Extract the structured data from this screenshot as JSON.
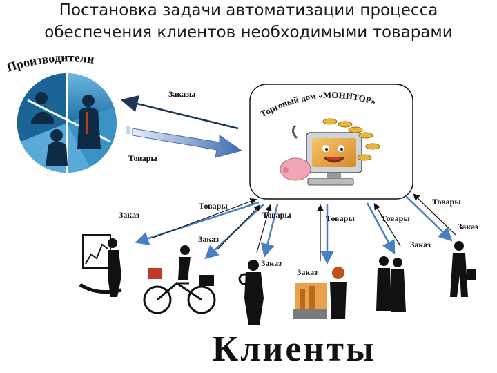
{
  "title_line1": "Постановка задачи автоматизации процесса",
  "title_line2": "обеспечения клиентов необходимыми товарами",
  "producers_label": "Производители",
  "company_label": "Торговый дом «МОНИТОР»",
  "clients_label": "Клиенты",
  "top_arrows": {
    "orders": "Заказы",
    "goods": "Товары"
  },
  "client_flows": [
    {
      "order": "Заказ",
      "goods": "Товары"
    },
    {
      "order": "Заказ",
      "goods": ""
    },
    {
      "order": "Заказ",
      "goods": "Товары"
    },
    {
      "order": "Заказ",
      "goods": "Товары"
    },
    {
      "order": "Заказ",
      "goods": "Товары"
    },
    {
      "order": "Заказ",
      "goods": "Товары"
    }
  ],
  "colors": {
    "arrow_blue": "#4a7fc1",
    "arrow_dark": "#1f3556",
    "producer_blue": "#2a7fb5"
  }
}
